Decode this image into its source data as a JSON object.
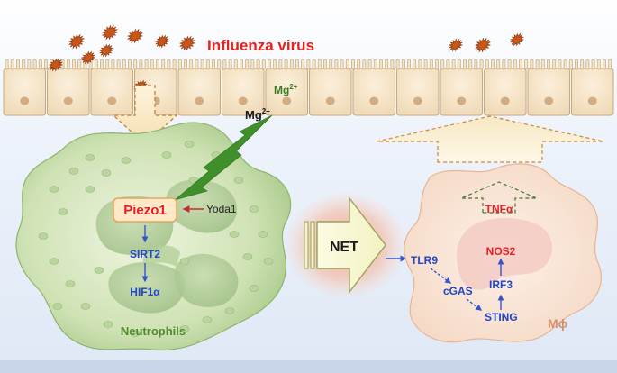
{
  "title": "Influenza virus",
  "mg_epithelium": "Mg",
  "mg_epithelium_sup": "2+",
  "mg_bolt": "Mg",
  "mg_bolt_sup": "2+",
  "neutrophil": {
    "label": "Neutrophils",
    "piezo1": "Piezo1",
    "yoda1": "Yoda1",
    "sirt2": "SIRT2",
    "hif1a": "HIF1α"
  },
  "net": "NET",
  "macrophage": {
    "label": "Mϕ",
    "tlr9": "TLR9",
    "cgas": "cGAS",
    "sting": "STING",
    "irf3": "IRF3",
    "nos2": "NOS2",
    "tnfa": "TNFα"
  },
  "colors": {
    "virus": "#c7561b",
    "title_red": "#e8201f",
    "pathway_blue": "#2244c8",
    "neutrophil_green": "#4f8a2c",
    "macrophage_label": "#d8906a",
    "epithelium": "#f1dfbf"
  }
}
